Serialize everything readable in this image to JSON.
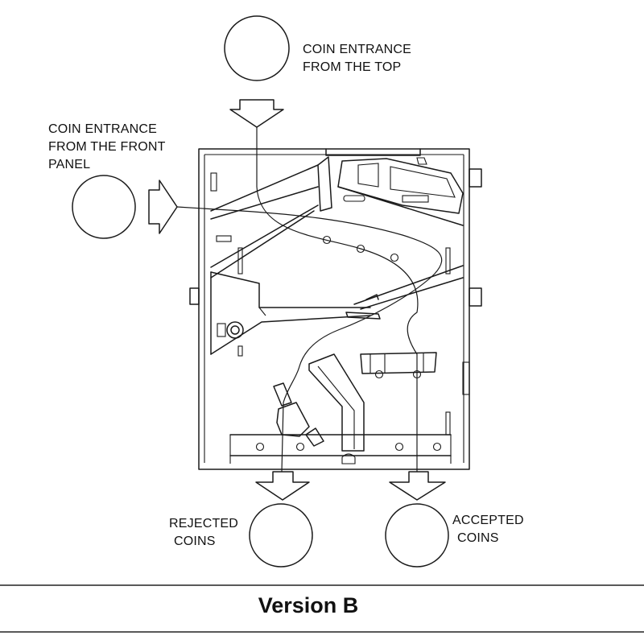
{
  "labels": {
    "top_entrance_line1": "COIN ENTRANCE",
    "top_entrance_line2": "FROM THE TOP",
    "front_entrance_line1": "COIN ENTRANCE",
    "front_entrance_line2": "FROM THE FRONT",
    "front_entrance_line3": "PANEL",
    "rejected_line1": "REJECTED",
    "rejected_line2": "COINS",
    "accepted_line1": "ACCEPTED",
    "accepted_line2": "COINS"
  },
  "caption": "Version B",
  "colors": {
    "ink": "#1a1a1a",
    "background": "#ffffff"
  }
}
